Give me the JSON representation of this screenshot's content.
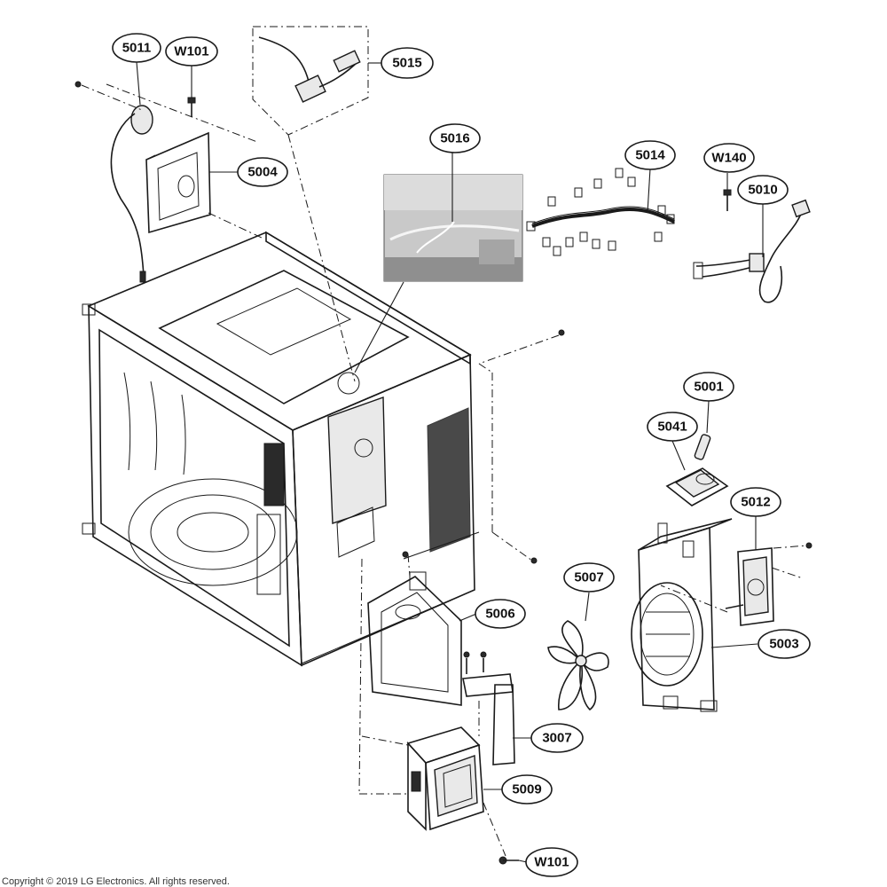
{
  "callouts": {
    "c5011": "5011",
    "cW101_top": "W101",
    "c5015": "5015",
    "c5004": "5004",
    "c5016": "5016",
    "c5014": "5014",
    "cW140": "W140",
    "c5010": "5010",
    "c5001": "5001",
    "c5041": "5041",
    "c5012": "5012",
    "c5007": "5007",
    "c5006": "5006",
    "c5003": "5003",
    "c3007": "3007",
    "c5009": "5009",
    "cW101_bottom": "W101"
  },
  "footer": {
    "copyright": "Copyright © 2019 LG Electronics. All rights reserved."
  },
  "colors": {
    "line": "#1a1a1a",
    "background": "#ffffff",
    "photo_inset": "#bfbfbf"
  }
}
